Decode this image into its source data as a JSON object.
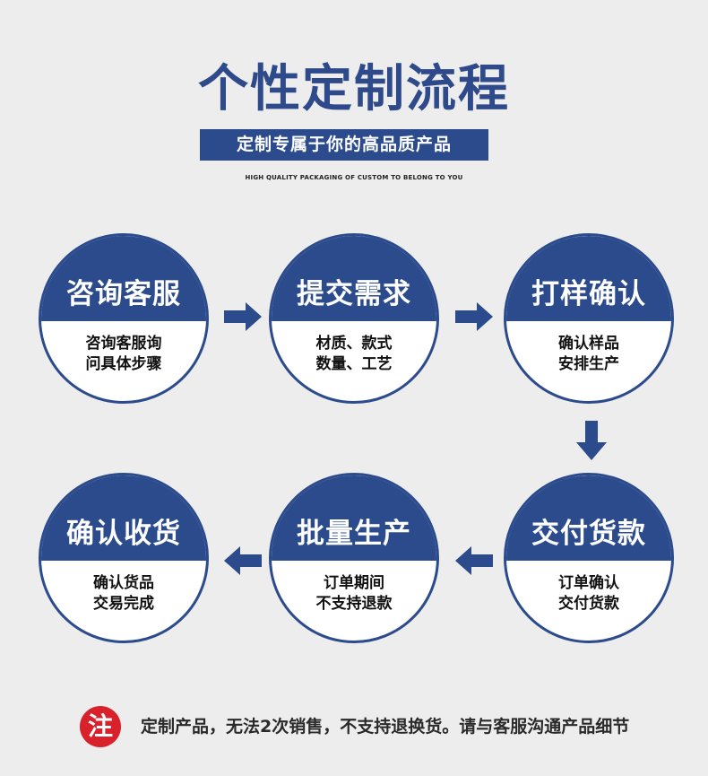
{
  "header": {
    "title": "个性定制流程",
    "subtitle": "定制专属于你的高品质产品",
    "english_line": "HIGH QUALITY PACKAGING OF CUSTOM TO BELONG TO YOU"
  },
  "steps": [
    {
      "title": "咨询客服",
      "line1": "咨询客服询",
      "line2": "问具体步骤"
    },
    {
      "title": "提交需求",
      "line1": "材质、款式",
      "line2": "数量、工艺"
    },
    {
      "title": "打样确认",
      "line1": "确认样品",
      "line2": "安排生产"
    },
    {
      "title": "交付货款",
      "line1": "订单确认",
      "line2": "交付货款"
    },
    {
      "title": "批量生产",
      "line1": "订单期间",
      "line2": "不支持退款"
    },
    {
      "title": "确认收货",
      "line1": "确认货品",
      "line2": "交易完成"
    }
  ],
  "note": {
    "badge": "注",
    "text": "定制产品，无法2次销售，不支持退换货。请与客服沟通产品细节"
  },
  "colors": {
    "primary": "#2b4b8c",
    "title": "#2e4a8b",
    "badge": "#d8212b",
    "background": "#ededee"
  }
}
